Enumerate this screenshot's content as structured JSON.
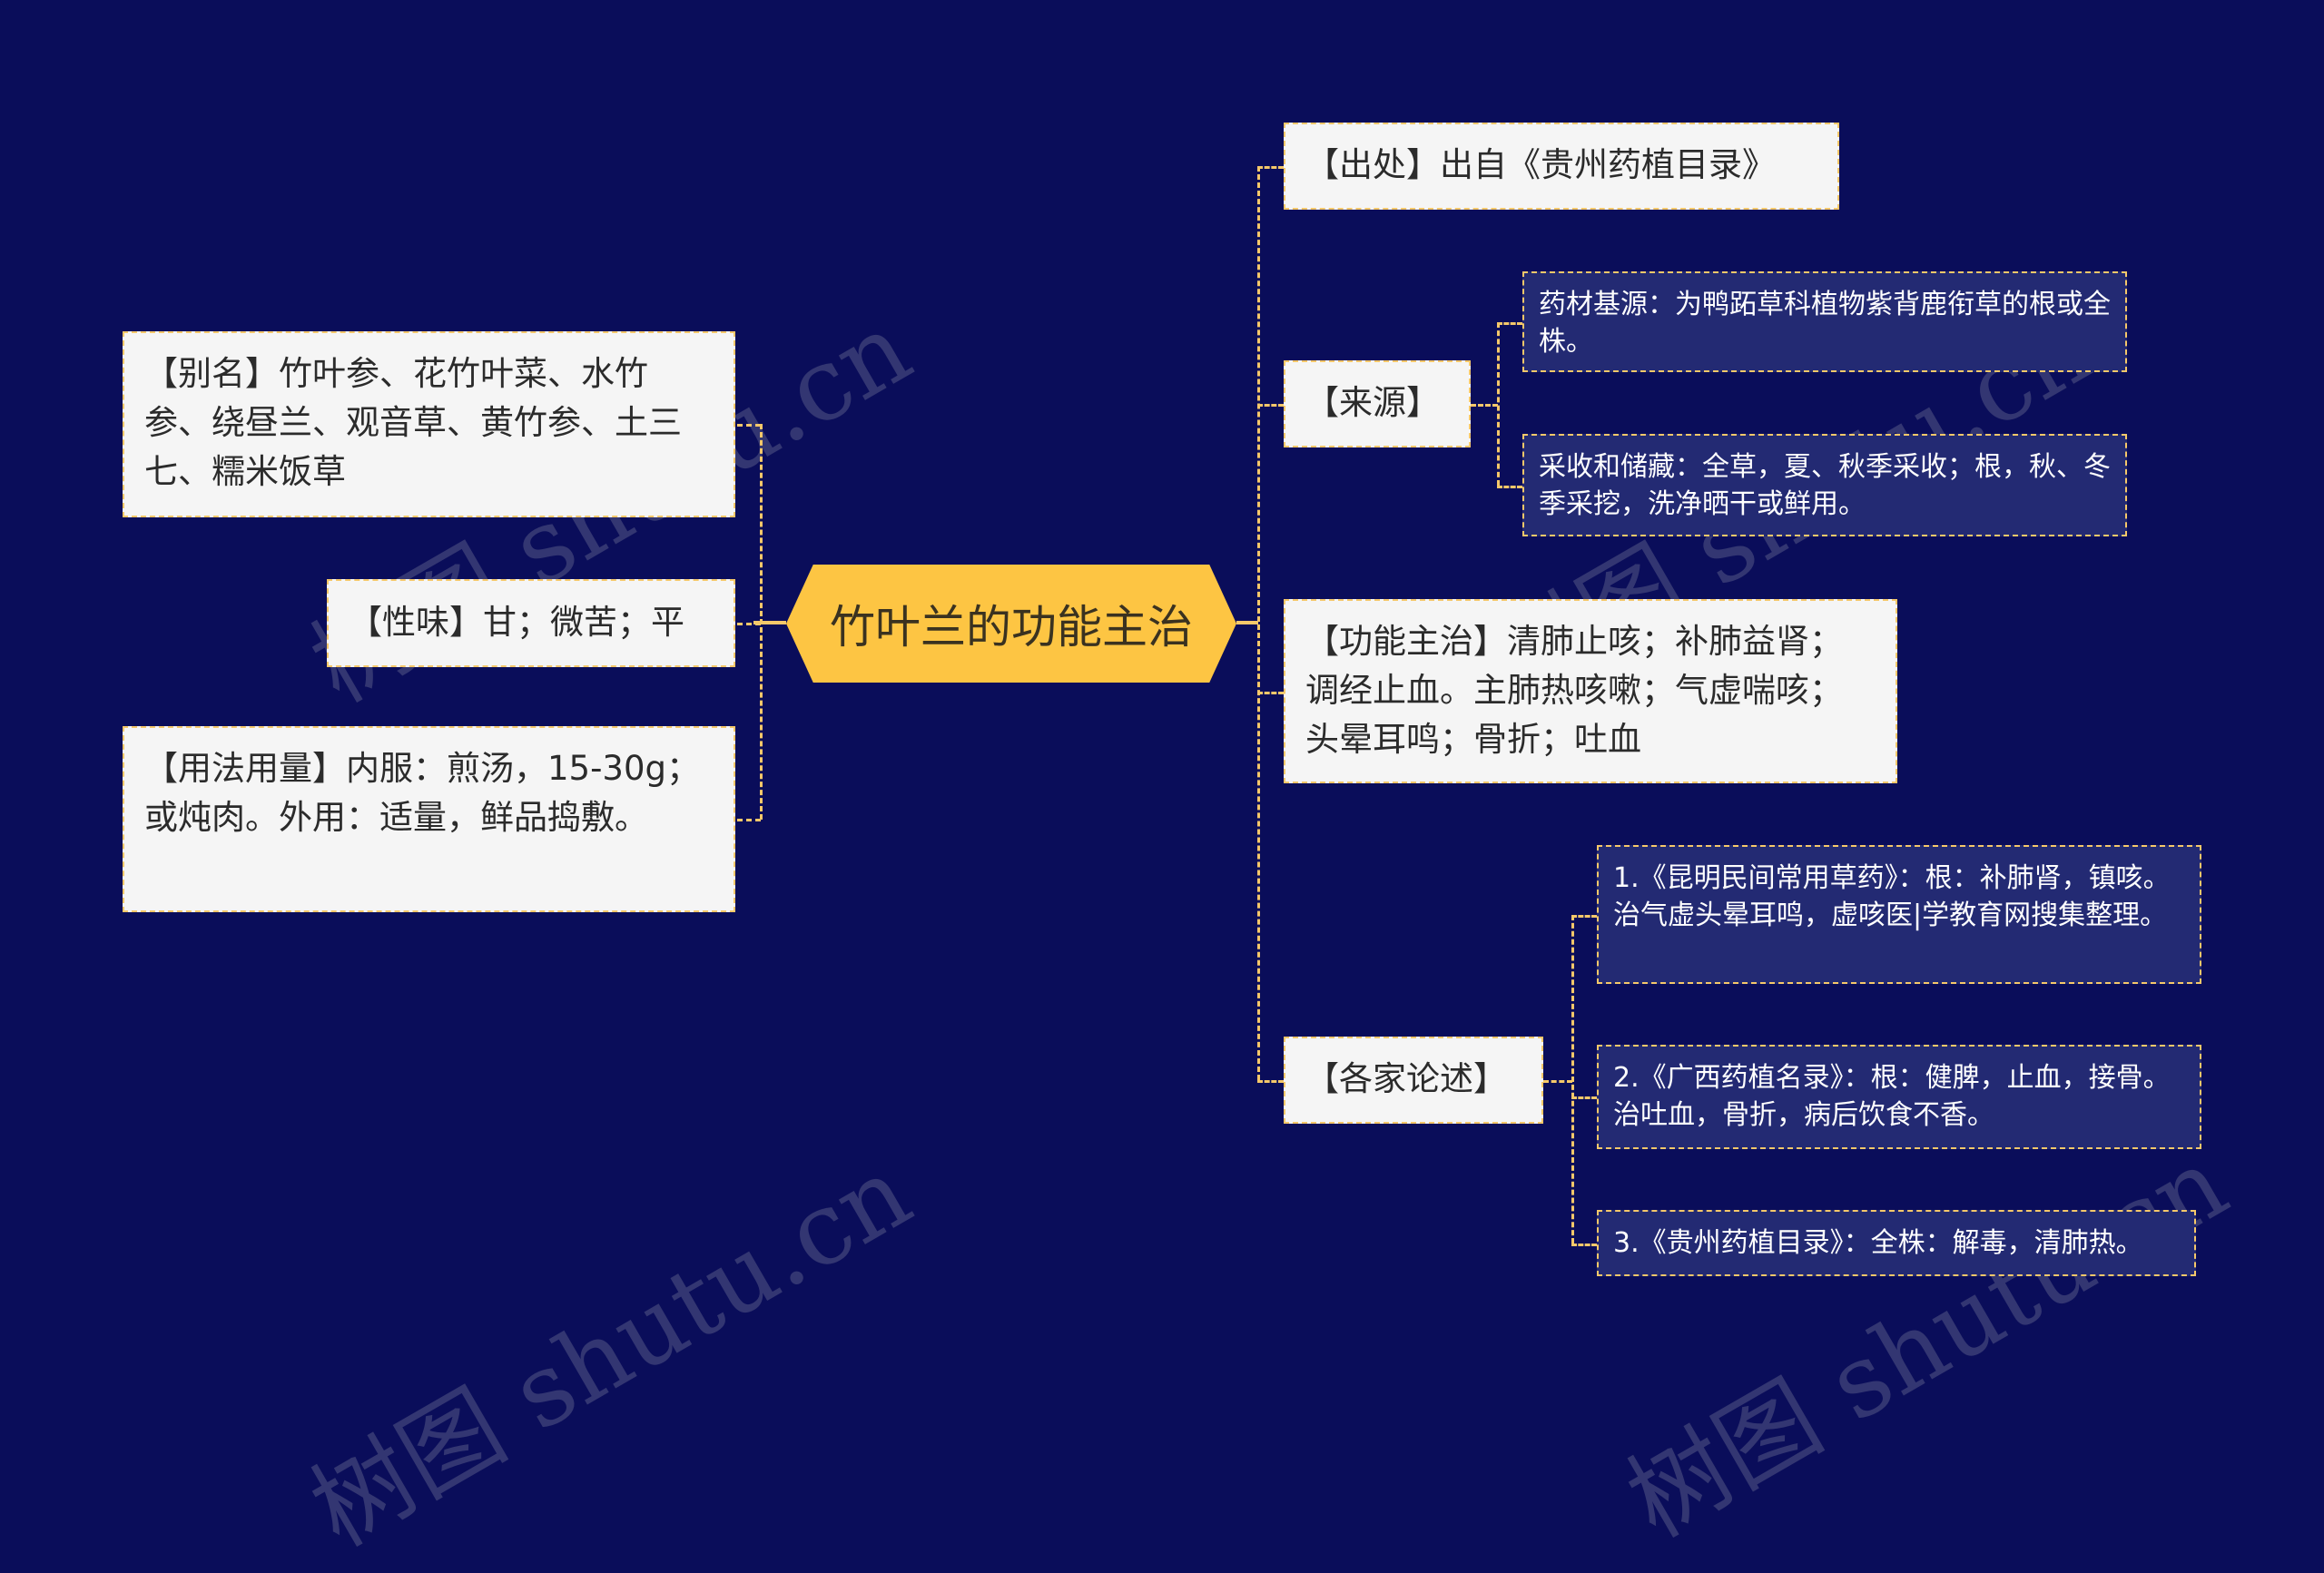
{
  "root": {
    "title": "竹叶兰的功能主治"
  },
  "left_nodes": [
    {
      "id": "alias",
      "text": "【别名】竹叶参、花竹叶菜、水竹参、绕昼兰、观音草、黄竹参、土三七、糯米饭草"
    },
    {
      "id": "taste",
      "text": "【性味】甘；微苦；平"
    },
    {
      "id": "usage",
      "text": "【用法用量】内服：煎汤，15-30g；或炖肉。外用：适量，鲜品捣敷。"
    }
  ],
  "right_nodes": [
    {
      "id": "origin",
      "text": "【出处】出自《贵州药植目录》"
    },
    {
      "id": "source",
      "text": "【来源】",
      "children": [
        {
          "text": "药材基源：为鸭跖草科植物紫背鹿衔草的根或全株。"
        },
        {
          "text": "采收和储藏：全草，夏、秋季采收；根，秋、冬季采挖，洗净晒干或鲜用。"
        }
      ]
    },
    {
      "id": "function",
      "text": "【功能主治】清肺止咳；补肺益肾；调经止血。主肺热咳嗽；气虚喘咳；头晕耳鸣；骨折；吐血"
    },
    {
      "id": "opinions",
      "text": "【各家论述】",
      "children": [
        {
          "text": "1.《昆明民间常用草药》：根：补肺肾，镇咳。治气虚头晕耳鸣，虚咳医|学教育网搜集整理。"
        },
        {
          "text": "2.《广西药植名录》：根：健脾，止血，接骨。治吐血，骨折，病后饮食不香。"
        },
        {
          "text": "3.《贵州药植目录》：全株：解毒，清肺热。"
        }
      ]
    }
  ],
  "watermark": "树图 shutu.cn",
  "colors": {
    "background": "#0a0d5a",
    "accent": "#fdc543",
    "line": "#f5c86a",
    "node_fill": "#f5f5f5",
    "sub_fill": "#232a73"
  }
}
